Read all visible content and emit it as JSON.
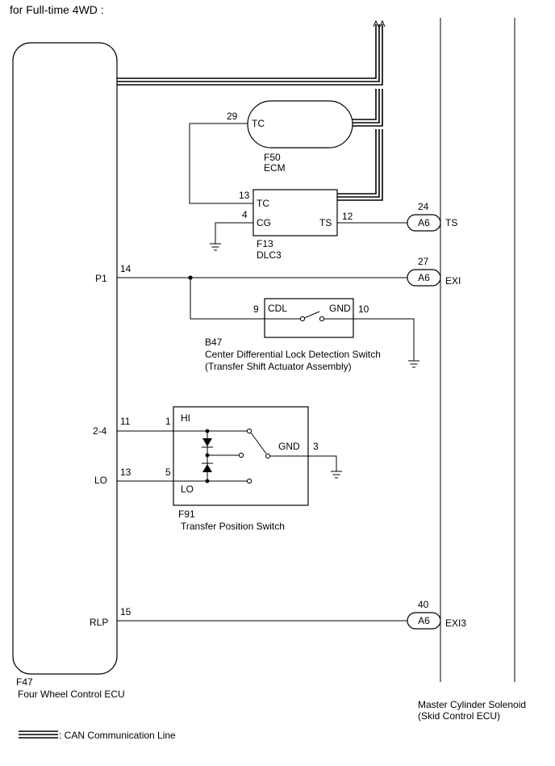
{
  "header": {
    "title": "for Full-time 4WD :"
  },
  "ecu": {
    "code": "F47",
    "name": "Four Wheel Control ECU"
  },
  "ecm": {
    "terminal_tc": "TC",
    "pin_tc": "29",
    "code": "F50",
    "name": "ECM"
  },
  "dlc3": {
    "terminal_tc": "TC",
    "pin_tc": "13",
    "terminal_cg": "CG",
    "pin_cg": "4",
    "terminal_ts": "TS",
    "pin_ts": "12",
    "code": "F13",
    "name": "DLC3"
  },
  "ecu_pins": {
    "p1_label": "P1",
    "p1_pin": "14",
    "twofour_label": "2-4",
    "twofour_pin": "11",
    "lo_label": "LO",
    "lo_pin": "13",
    "rlp_label": "RLP",
    "rlp_pin": "15"
  },
  "cdl_switch": {
    "terminal_cdl": "CDL",
    "pin_cdl": "9",
    "terminal_gnd": "GND",
    "pin_gnd": "10",
    "code": "B47",
    "name": "Center Differential Lock Detection Switch",
    "subname": "(Transfer Shift Actuator Assembly)"
  },
  "transfer_switch": {
    "terminal_hi": "HI",
    "pin_hi": "1",
    "terminal_lo": "LO",
    "pin_lo": "5",
    "terminal_gnd": "GND",
    "pin_gnd": "3",
    "code": "F91",
    "name": "Transfer Position Switch"
  },
  "connectors": [
    {
      "code": "A6",
      "pin": "24",
      "signal": "TS"
    },
    {
      "code": "A6",
      "pin": "27",
      "signal": "EXI"
    },
    {
      "code": "A6",
      "pin": "40",
      "signal": "EXI3"
    }
  ],
  "solenoid": {
    "name": "Master Cylinder Solenoid",
    "subname": "(Skid Control ECU)"
  },
  "legend": {
    "can_label": ": CAN Communication Line"
  }
}
